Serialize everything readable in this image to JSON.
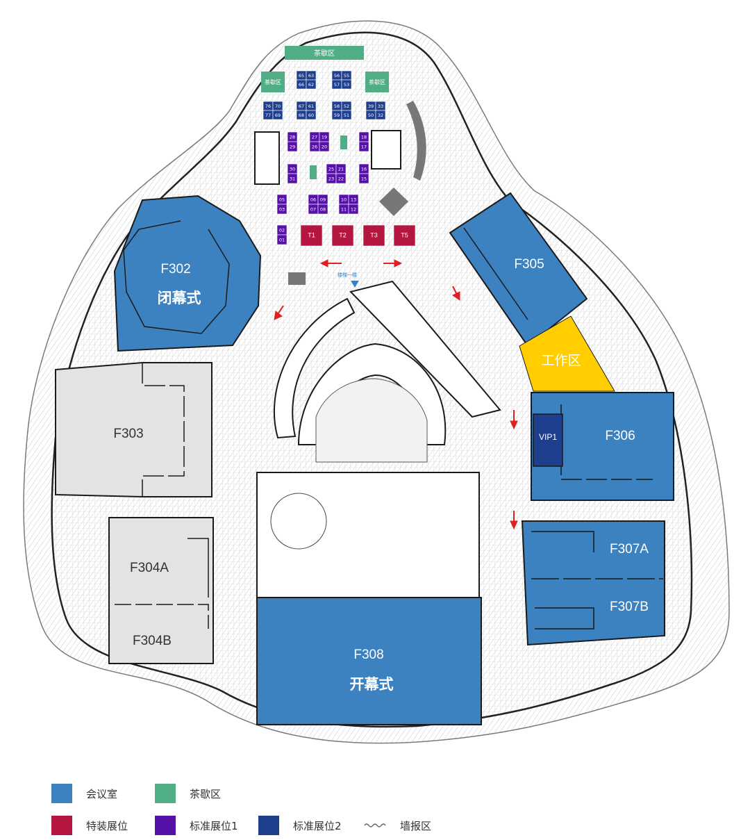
{
  "rooms": {
    "f302": {
      "name": "F302",
      "sub": "闭幕式"
    },
    "f303": {
      "name": "F303"
    },
    "f304a": {
      "name": "F304A"
    },
    "f304b": {
      "name": "F304B"
    },
    "f305": {
      "name": "F305"
    },
    "f306": {
      "name": "F306"
    },
    "vip1": {
      "name": "VIP1"
    },
    "f307a": {
      "name": "F307A"
    },
    "f307b": {
      "name": "F307B"
    },
    "f308": {
      "name": "F308",
      "sub": "开幕式"
    },
    "workzone": {
      "name": "工作区"
    }
  },
  "tea": {
    "top": "茶歇区",
    "left": "茶歇区",
    "right": "茶歇区"
  },
  "booths_std2": [
    "65",
    "63",
    "56",
    "55",
    "66",
    "62",
    "57",
    "53",
    "76",
    "70",
    "67",
    "61",
    "58",
    "52",
    "39",
    "33",
    "77",
    "69",
    "68",
    "60",
    "59",
    "51",
    "50",
    "32"
  ],
  "booths_std1": [
    "28",
    "27",
    "19",
    "18",
    "29",
    "26",
    "20",
    "17",
    "30",
    "25",
    "21",
    "16",
    "31",
    "23",
    "22",
    "15",
    "05",
    "06",
    "09",
    "10",
    "13",
    "03",
    "07",
    "08",
    "11",
    "12",
    "02",
    "01"
  ],
  "booths_special": [
    "T1",
    "T2",
    "T3",
    "T5"
  ],
  "entrance_label": "楼梯一楼",
  "colors": {
    "meeting": "#3d82c0",
    "tea": "#4fae86",
    "special": "#b5163f",
    "std1": "#5612a6",
    "std2": "#1e3e8e",
    "work": "#ffcd00",
    "gray_room": "#e3e4e1",
    "arrow": "#e02020"
  },
  "legend": [
    {
      "label": "会议室",
      "color": "#3d82c0"
    },
    {
      "label": "茶歇区",
      "color": "#4fae86"
    },
    {
      "label": "特装展位",
      "color": "#b5163f"
    },
    {
      "label": "标准展位1",
      "color": "#5612a6"
    },
    {
      "label": "标准展位2",
      "color": "#1e3e8e"
    },
    {
      "label": "墙报区",
      "icon": "wave-icon"
    }
  ]
}
